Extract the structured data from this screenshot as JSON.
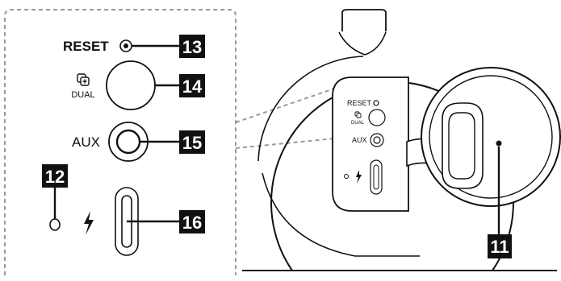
{
  "panel": {
    "reset_label": "RESET",
    "dual_label": "DUAL",
    "aux_label": "AUX"
  },
  "speaker_panel": {
    "reset_label": "RESET",
    "dual_label": "DUAL",
    "aux_label": "AUX"
  },
  "callouts": {
    "c11": "11",
    "c12": "12",
    "c13": "13",
    "c14": "14",
    "c15": "15",
    "c16": "16"
  },
  "icons": {
    "dual_icon": "stacked-squares-plus-icon",
    "charge_icon": "lightning-bolt-icon",
    "reset_hole": "pinhole-icon"
  },
  "colors": {
    "line": "#111111",
    "dashed": "#9a9a9a",
    "badge_bg": "#111111",
    "badge_fg": "#ffffff"
  }
}
